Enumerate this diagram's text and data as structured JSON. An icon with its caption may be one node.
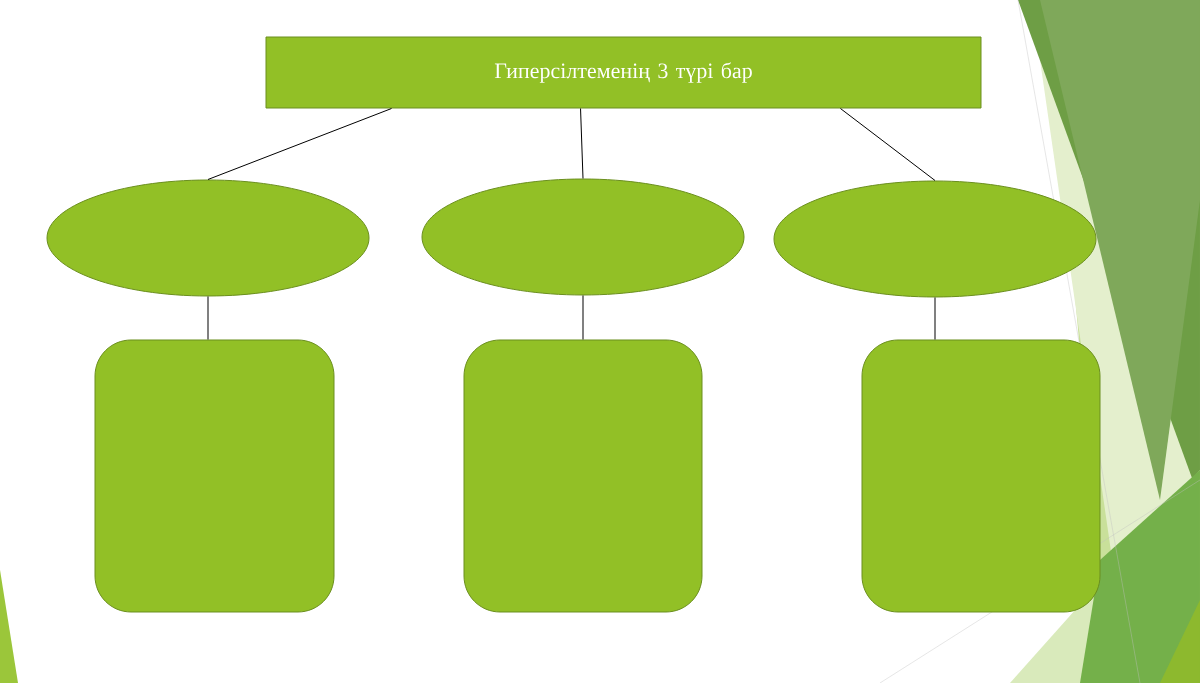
{
  "diagram": {
    "nodes": [
      {
        "text": [
          "Гиперсілтеменің 3 түрі бар"
        ]
      },
      {
        "text": [],
        "shape": "ellipse"
      },
      {
        "text": [],
        "shape": "ellipse"
      },
      {
        "text": [],
        "shape": "ellipse"
      },
      {
        "text": [],
        "shape": "box"
      },
      {
        "text": [],
        "shape": "box"
      },
      {
        "text": [],
        "shape": "box"
      }
    ],
    "edges": [
      {
        "from": 0,
        "to": 1,
        "arrow": "none"
      },
      {
        "from": 0,
        "to": 2,
        "arrow": "none"
      },
      {
        "from": 0,
        "to": 3,
        "arrow": "none"
      },
      {
        "from": 1,
        "to": 4,
        "arrow": "none"
      },
      {
        "from": 2,
        "to": 5,
        "arrow": "none"
      },
      {
        "from": 3,
        "to": 6,
        "arrow": "none"
      }
    ]
  }
}
